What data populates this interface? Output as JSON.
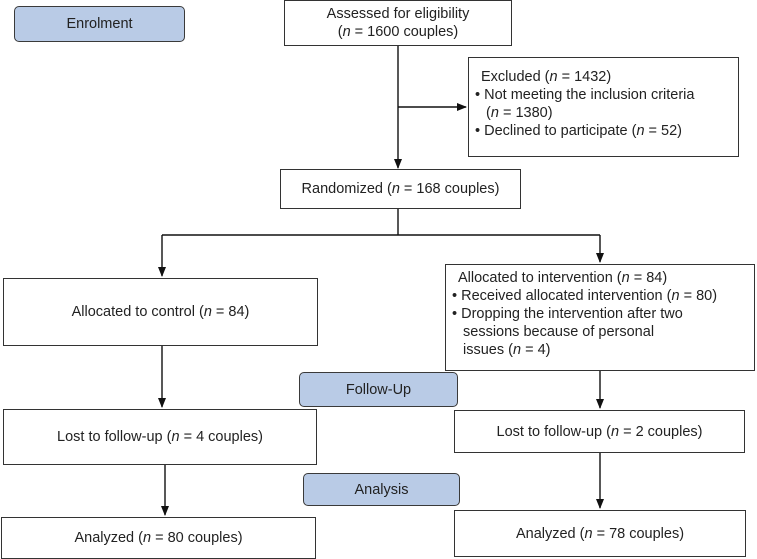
{
  "stages": {
    "enrolment": "Enrolment",
    "follow_up": "Follow-Up",
    "analysis": "Analysis"
  },
  "assessed": {
    "line1": "Assessed for eligibility",
    "line2_pre": "(",
    "n": "n",
    "line2_post": " = 1600 couples)"
  },
  "excluded": {
    "title_pre": "Excluded (",
    "title_post": " = 1432)",
    "bullet1_a": "• Not meeting the inclusion criteria",
    "bullet1_b_pre": "(",
    "bullet1_b_post": " = 1380)",
    "bullet2_pre": "• Declined to participate (",
    "bullet2_post": " = 52)"
  },
  "randomized": {
    "pre": "Randomized (",
    "post": " = 168 couples)"
  },
  "control": {
    "allocated_pre": "Allocated to control (",
    "allocated_post": " = 84)",
    "lost_pre": "Lost to follow-up (",
    "lost_post": " = 4 couples)",
    "analyzed_pre": "Analyzed (",
    "analyzed_post": " = 80 couples)"
  },
  "intervention": {
    "title_pre": "Allocated to intervention (",
    "title_post": " = 84)",
    "bullet1_pre": "• Received allocated intervention (",
    "bullet1_post": " = 80)",
    "bullet2_a": "• Dropping the intervention after two",
    "bullet2_b": "sessions because of personal",
    "bullet2_c_pre": "issues (",
    "bullet2_c_post": " = 4)",
    "lost_pre": "Lost to follow-up (",
    "lost_post": " = 2 couples)",
    "analyzed_pre": "Analyzed (",
    "analyzed_post": " = 78 couples)"
  },
  "colors": {
    "stage_fill": "#b9cbe6",
    "border": "#333333"
  }
}
